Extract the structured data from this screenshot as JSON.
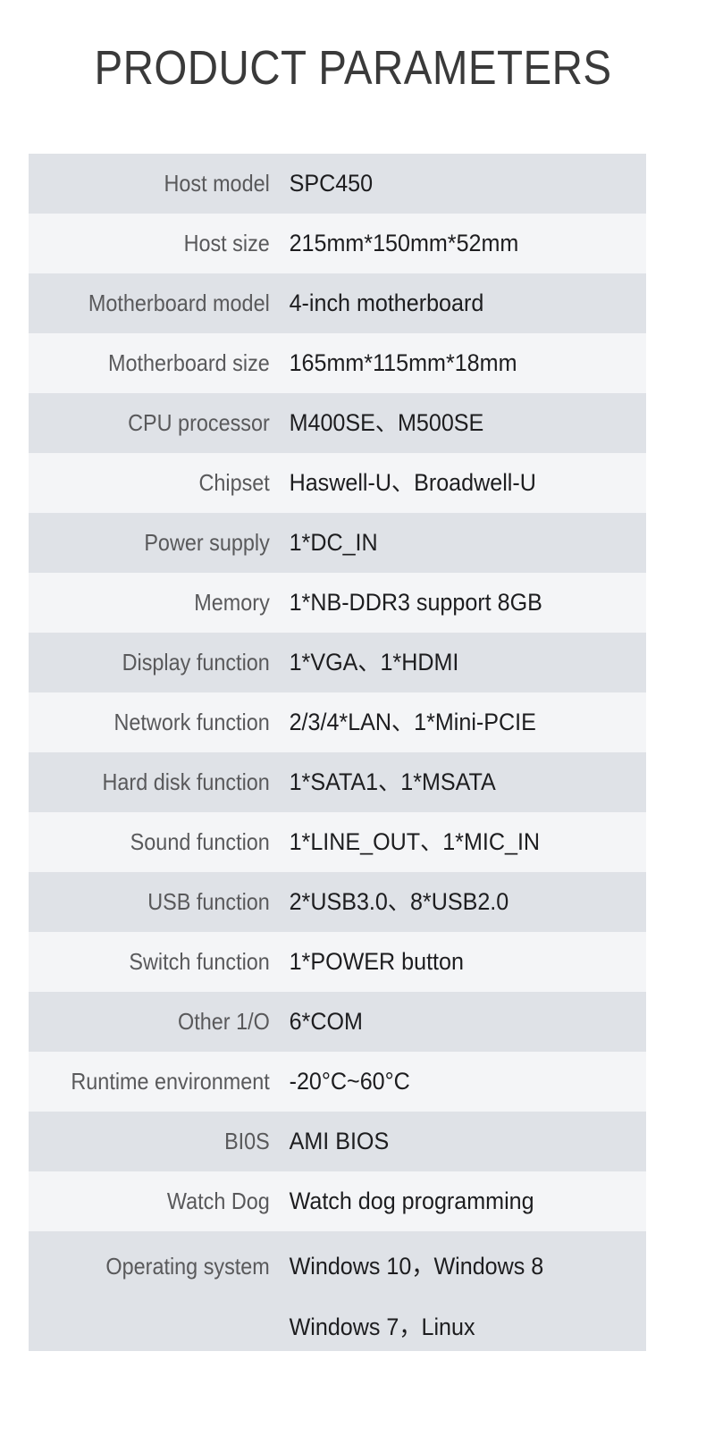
{
  "page": {
    "title": "PRODUCT PARAMETERS",
    "background_color": "#ffffff",
    "title_color": "#3a3a3a",
    "row_color_dark": "#dfe2e7",
    "row_color_light": "#f4f5f7",
    "label_color": "#59595b",
    "value_color": "#1d1d1f"
  },
  "spec_table": {
    "rows": [
      {
        "label": "Host model",
        "value": "SPC450"
      },
      {
        "label": "Host size",
        "value": "215mm*150mm*52mm"
      },
      {
        "label": "Motherboard model",
        "value": "4-inch motherboard"
      },
      {
        "label": "Motherboard size",
        "value": "165mm*115mm*18mm"
      },
      {
        "label": "CPU processor",
        "value": "M400SE、M500SE"
      },
      {
        "label": "Chipset",
        "value": "Haswell-U、Broadwell-U"
      },
      {
        "label": "Power supply",
        "value": "1*DC_IN"
      },
      {
        "label": "Memory",
        "value": "1*NB-DDR3  support 8GB"
      },
      {
        "label": "Display function",
        "value": "1*VGA、1*HDMI"
      },
      {
        "label": "Network function",
        "value": "2/3/4*LAN、1*Mini-PCIE"
      },
      {
        "label": "Hard disk function",
        "value": "1*SATA1、1*MSATA"
      },
      {
        "label": "Sound function",
        "value": "1*LINE_OUT、1*MIC_IN"
      },
      {
        "label": "USB function",
        "value": "2*USB3.0、8*USB2.0"
      },
      {
        "label": "Switch function",
        "value": "1*POWER  button"
      },
      {
        "label": "Other 1/O",
        "value": "6*COM"
      },
      {
        "label": "Runtime environment",
        "value": "-20°C~60°C"
      },
      {
        "label": "BI0S",
        "value": "AMI BIOS"
      },
      {
        "label": "Watch Dog",
        "value": "Watch dog programming"
      },
      {
        "label": "Operating system",
        "value_line_1": "Windows 10，Windows 8",
        "value_line_2": "Windows 7，Linux"
      }
    ]
  }
}
